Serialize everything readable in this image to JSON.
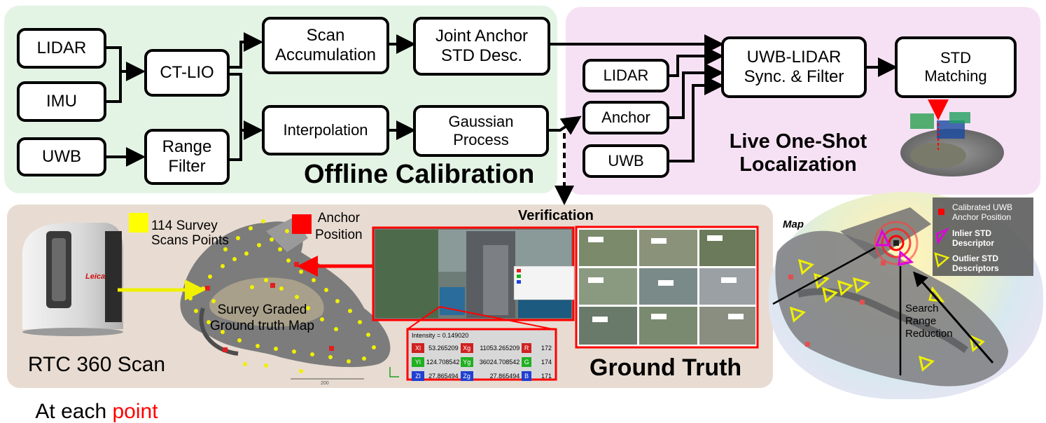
{
  "offline": {
    "title": "Offline Calibration",
    "lidar": "LIDAR",
    "imu": "IMU",
    "uwb": "UWB",
    "ctlio": "CT-LIO",
    "range_filter": "Range\nFilter",
    "scan_accumulation": "Scan\nAccumulation",
    "interpolation": "Interpolation",
    "joint_anchor": "Joint Anchor\nSTD Desc.",
    "gaussian_process": "Gaussian\nProcess"
  },
  "live": {
    "title": "Live One-Shot\nLocalization",
    "lidar": "LIDAR",
    "anchor": "Anchor",
    "uwb": "UWB",
    "sync_filter": "UWB-LIDAR\nSync. & Filter",
    "std_matching": "STD\nMatching"
  },
  "ground_truth": {
    "title": "Ground Truth",
    "verification": "Verification",
    "survey_points": "114 Survey\nScans Points",
    "anchor_position": "Anchor\nPosition",
    "map_label": "Survey Graded\nGround truth Map",
    "scanner_brand": "Leica",
    "rtc_line1": "RTC 360 Scan",
    "rtc_line2": "At each ",
    "rtc_point": "point",
    "scale_label": "200",
    "intensity": "Intensity = 0.149020",
    "table": [
      [
        "Xl",
        "53.265209",
        "Xg",
        "11053.265209",
        "R",
        "172"
      ],
      [
        "Yl",
        "124.708542",
        "Yg",
        "36024.708542",
        "G",
        "174"
      ],
      [
        "Zl",
        "27.865494",
        "Zg",
        "27.865494",
        "B",
        "171"
      ]
    ]
  },
  "map": {
    "title": "Map",
    "legend_anchor": "Calibrated UWB\nAnchor Position",
    "legend_inlier": "Inlier STD\nDescriptor",
    "legend_outlier": "Outlier STD\nDescriptors",
    "search": "Search\nRange\nReduction"
  },
  "colors": {
    "offline_bg": "#e3f4e5",
    "live_bg": "#f6e1f4",
    "ground_bg": "#e8dcd2",
    "survey_yellow": "#ffff00",
    "anchor_red": "#ff0000",
    "inlier_magenta": "#e000e0"
  }
}
